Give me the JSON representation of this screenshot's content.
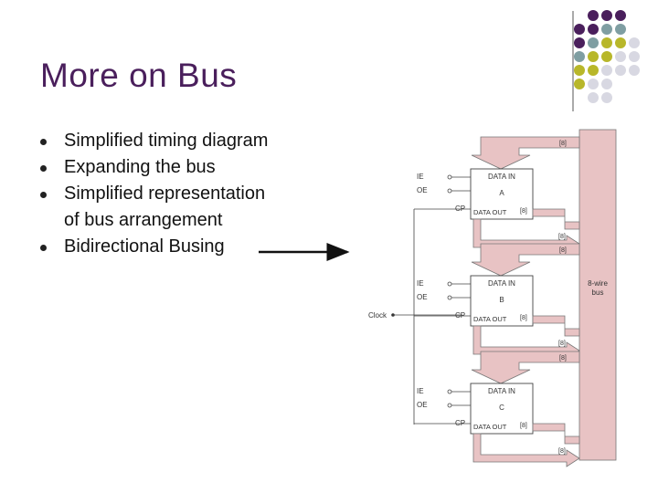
{
  "slide": {
    "title": "More on Bus",
    "bullets": [
      {
        "line1": "Simplified timing diagram",
        "line2": ""
      },
      {
        "line1": "Expanding the bus",
        "line2": ""
      },
      {
        "line1": "Simplified representation",
        "line2": "of bus arrangement"
      },
      {
        "line1": "Bidirectional Busing",
        "line2": ""
      }
    ]
  },
  "colors": {
    "title": "#4a1f5c",
    "bus": "#e8c3c4",
    "dot_purple": "#4a1f5c",
    "dot_teal": "#7f9ea2",
    "dot_olive": "#b8b72a",
    "dot_light": "#d8d8e2"
  },
  "diagram": {
    "bus_label_1": "8-wire",
    "bus_label_2": "bus",
    "width_label": "[8]",
    "clock_label": "Clock",
    "blocks": [
      {
        "name": "A",
        "data_in": "DATA IN",
        "data_out": "DATA OUT",
        "cp": "CP",
        "ie": "IE",
        "oe": "OE",
        "sub": "A"
      },
      {
        "name": "B",
        "data_in": "DATA IN",
        "data_out": "DATA OUT",
        "cp": "CP",
        "ie": "IE",
        "oe": "OE",
        "sub": "B"
      },
      {
        "name": "C",
        "data_in": "DATA IN",
        "data_out": "DATA OUT",
        "cp": "CP",
        "ie": "IE",
        "oe": "OE",
        "sub": "C"
      }
    ]
  }
}
